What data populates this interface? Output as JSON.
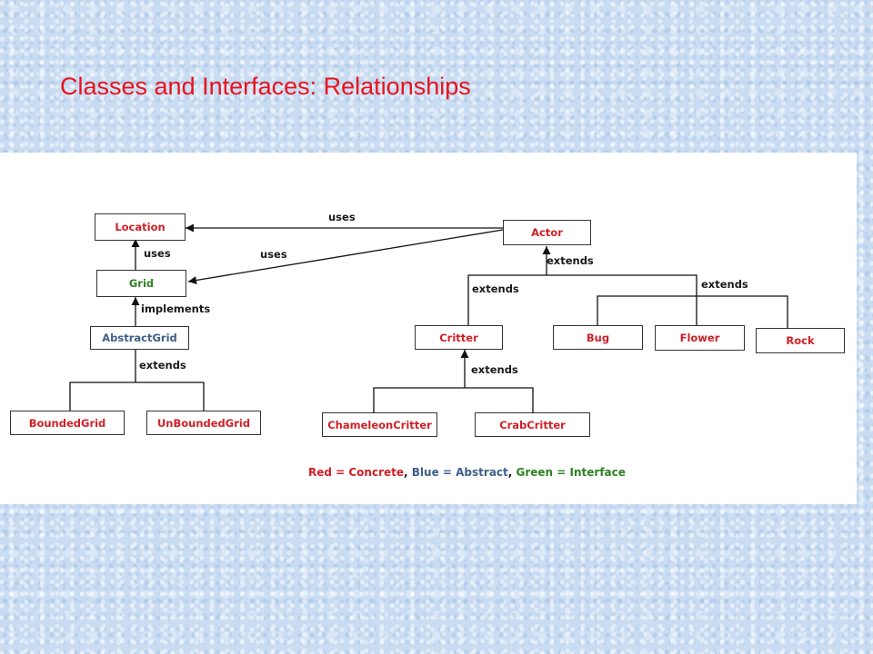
{
  "slide": {
    "title": "Classes and Interfaces: Relationships"
  },
  "diagram": {
    "nodes": {
      "location": "Location",
      "grid": "Grid",
      "abstract_grid": "AbstractGrid",
      "bounded_grid": "BoundedGrid",
      "unbounded_grid": "UnBoundedGrid",
      "actor": "Actor",
      "critter": "Critter",
      "bug": "Bug",
      "flower": "Flower",
      "rock": "Rock",
      "chameleon_critter": "ChameleonCritter",
      "crab_critter": "CrabCritter"
    },
    "edges": {
      "actor_uses_location": "uses",
      "grid_uses_location": "uses",
      "actor_uses_grid": "uses",
      "abstract_grid_implements_grid": "implements",
      "grids_extend_abstract_grid": "extends",
      "actor_subclasses_extends": "extends",
      "critter_extends_actor": "extends",
      "bug_flower_rock_extend_actor": "extends",
      "critter_subclasses_extend": "extends"
    },
    "legend": {
      "red": "Red",
      "red_meaning": " = Concrete",
      "sep1": ", ",
      "blue": "Blue",
      "blue_meaning": " = Abstract",
      "sep2": ", ",
      "green": "Green",
      "green_meaning": " = Interface"
    },
    "colors": {
      "concrete": "#d01f27",
      "abstract": "#3d5f88",
      "interface": "#2f7f23",
      "title": "#e8141c"
    }
  }
}
